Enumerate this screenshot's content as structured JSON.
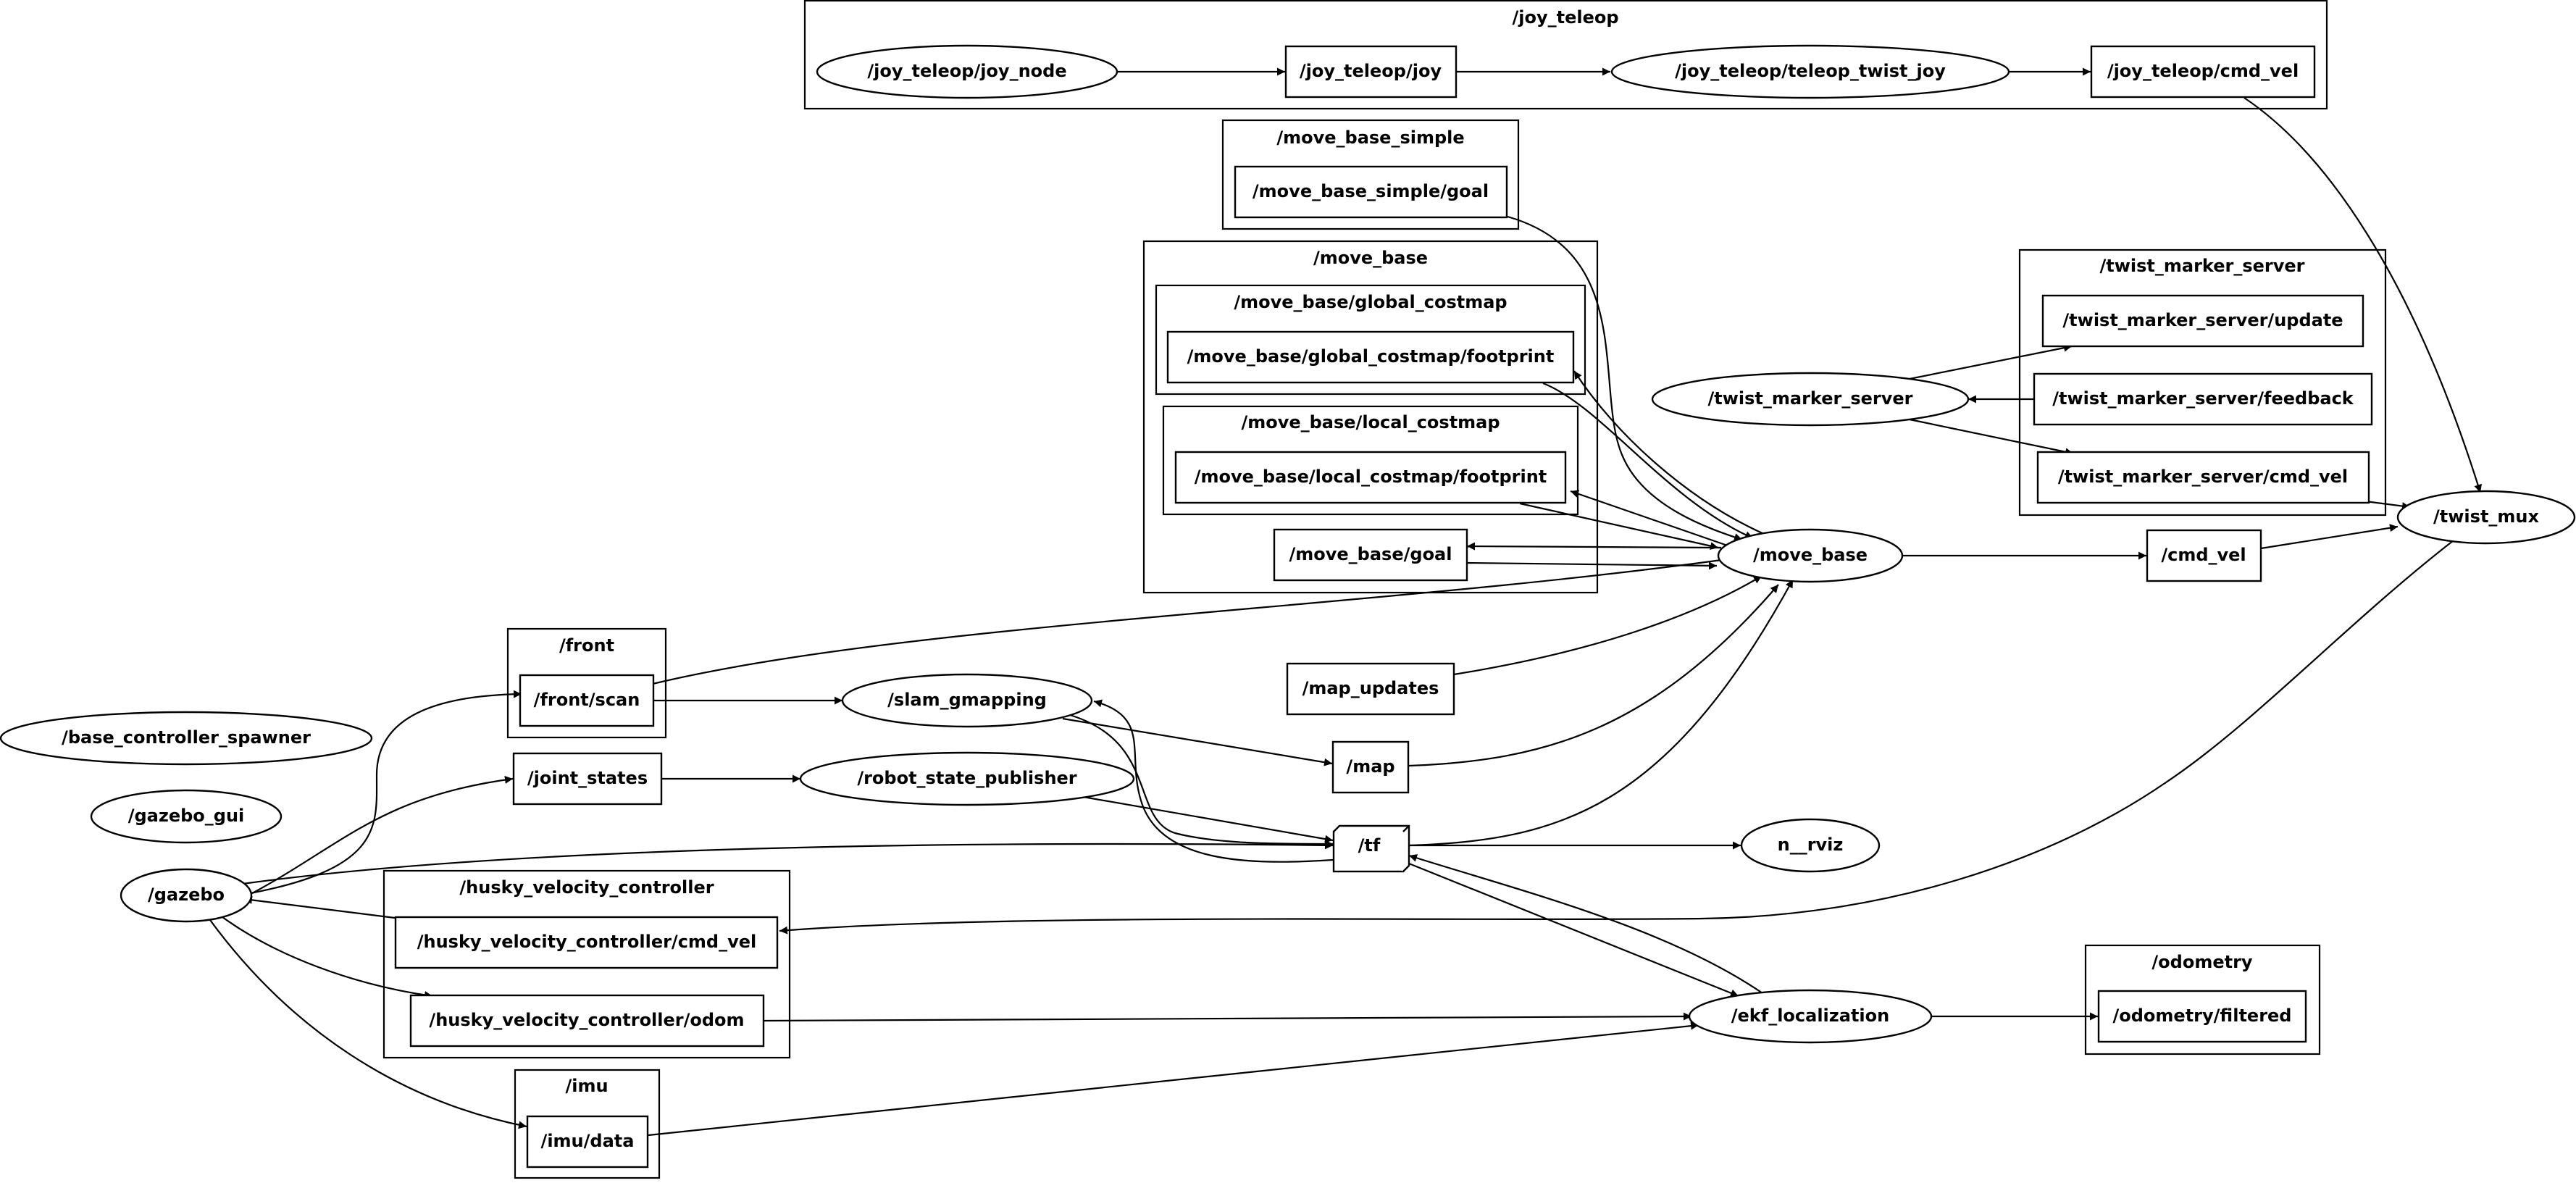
{
  "graph": {
    "clusters": {
      "joy_teleop": "/joy_teleop",
      "move_base_simple": "/move_base_simple",
      "move_base": "/move_base",
      "global_costmap": "/move_base/global_costmap",
      "local_costmap": "/move_base/local_costmap",
      "twist_marker_server": "/twist_marker_server",
      "front": "/front",
      "husky_velocity_controller": "/husky_velocity_controller",
      "imu": "/imu",
      "odometry": "/odometry"
    },
    "nodes": {
      "joy_node": "/joy_teleop/joy_node",
      "joy_topic": "/joy_teleop/joy",
      "teleop_twist_joy": "/joy_teleop/teleop_twist_joy",
      "joy_cmd_vel": "/joy_teleop/cmd_vel",
      "move_base_simple_goal": "/move_base_simple/goal",
      "global_footprint": "/move_base/global_costmap/footprint",
      "local_footprint": "/move_base/local_costmap/footprint",
      "move_base_goal": "/move_base/goal",
      "twist_marker_node": "/twist_marker_server",
      "tms_update": "/twist_marker_server/update",
      "tms_feedback": "/twist_marker_server/feedback",
      "tms_cmd_vel": "/twist_marker_server/cmd_vel",
      "twist_mux": "/twist_mux",
      "move_base_node": "/move_base",
      "cmd_vel": "/cmd_vel",
      "map_updates": "/map_updates",
      "front_scan": "/front/scan",
      "slam_gmapping": "/slam_gmapping",
      "map": "/map",
      "base_controller_spawner": "/base_controller_spawner",
      "joint_states": "/joint_states",
      "robot_state_publisher": "/robot_state_publisher",
      "gazebo_gui": "/gazebo_gui",
      "tf": "/tf",
      "rviz": "n__rviz",
      "gazebo": "/gazebo",
      "hvc_cmd_vel": "/husky_velocity_controller/cmd_vel",
      "hvc_odom": "/husky_velocity_controller/odom",
      "ekf_localization": "/ekf_localization",
      "odometry_filtered": "/odometry/filtered",
      "imu_data": "/imu/data"
    }
  }
}
